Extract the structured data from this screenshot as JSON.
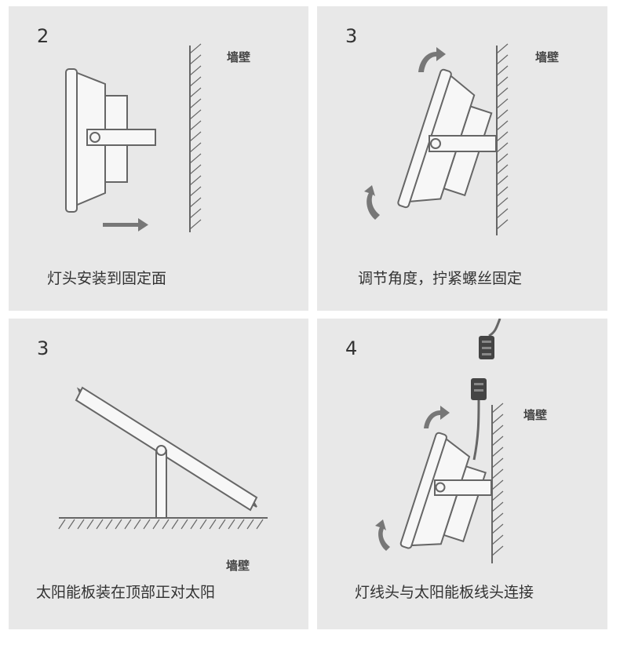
{
  "panels": [
    {
      "step": "2",
      "wall_label": "墙壁",
      "caption": "灯头安装到固定面"
    },
    {
      "step": "3",
      "wall_label": "墙壁",
      "caption": "调节角度，拧紧螺丝固定"
    },
    {
      "step": "3",
      "wall_label": "墙壁",
      "caption": "太阳能板装在顶部正对太阳"
    },
    {
      "step": "4",
      "wall_label": "墙壁",
      "caption": "灯线头与太阳能板线头连接"
    }
  ],
  "colors": {
    "panel_bg": "#e8e8e8",
    "stroke": "#666666",
    "arrow": "#777777",
    "text": "#333333"
  },
  "icons": [
    "floodlight-icon",
    "wall-hatch-icon",
    "rotate-arrow-icon",
    "push-arrow-icon",
    "solar-panel-icon",
    "cable-connector-icon"
  ]
}
